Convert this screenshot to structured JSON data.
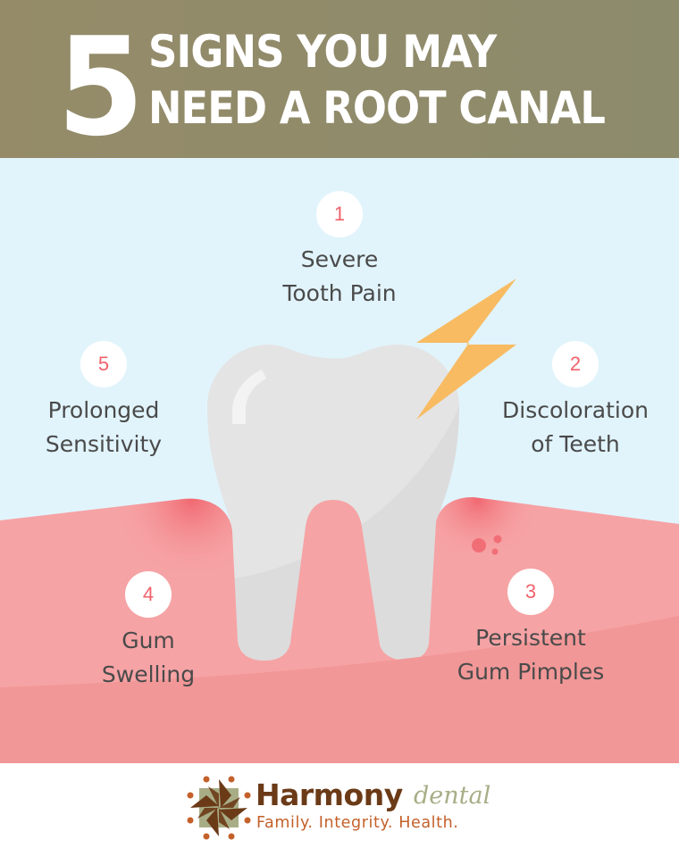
{
  "header": {
    "number": "5",
    "title_line1": "SIGNS YOU MAY",
    "title_line2": "NEED A ROOT CANAL"
  },
  "signs": [
    {
      "number": "1",
      "line1": "Severe",
      "line2": "Tooth Pain"
    },
    {
      "number": "2",
      "line1": "Discoloration",
      "line2": "of Teeth"
    },
    {
      "number": "3",
      "line1": "Persistent",
      "line2": "Gum Pimples"
    },
    {
      "number": "4",
      "line1": "Gum",
      "line2": "Swelling"
    },
    {
      "number": "5",
      "line1": "Prolonged",
      "line2": "Sensitivity"
    }
  ],
  "illustration": {
    "tooth": "tooth-icon",
    "pain": "lightning-bolt-icon",
    "pimples": "gum-pimples-icon"
  },
  "footer": {
    "brand_name": "Harmony",
    "brand_suffix": "dental",
    "tagline": "Family. Integrity. Health.",
    "logo": "harmony-pinwheel-logo-icon"
  },
  "colors": {
    "header_bg": "#8f8a6a",
    "sky": "#e1f4fc",
    "gum": "#f6a3a5",
    "gum_dark": "#f29797",
    "gum_accent": "#f0626b",
    "tooth": "#e4e4e4",
    "bolt": "#f8bb62",
    "badge_text": "#f0626b",
    "label_text": "#4a4a4a",
    "brand_brown": "#6b3a17",
    "brand_orange": "#c4602a",
    "brand_sage": "#a8ad86"
  }
}
